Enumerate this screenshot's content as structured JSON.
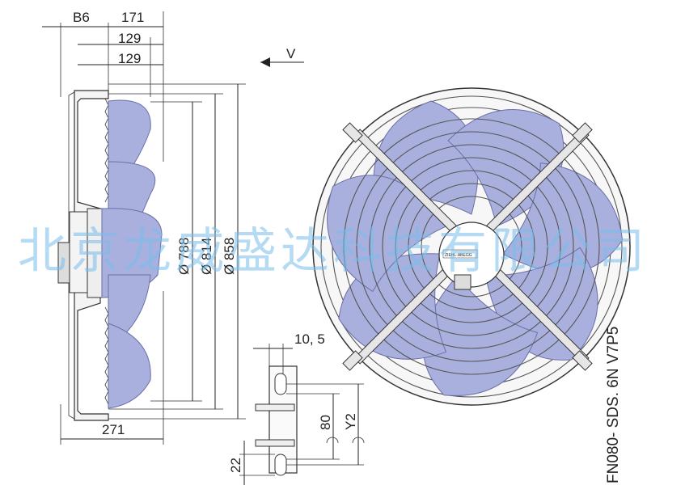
{
  "dimensions": {
    "b6": "B6",
    "d171": "171",
    "d129a": "129",
    "d129b": "129",
    "d271": "271",
    "dia788": "Ø 788",
    "dia814": "Ø 814",
    "dia858": "Ø 858",
    "d10_5": "10, 5",
    "d80": "80",
    "y2": "Y2",
    "d22": "22"
  },
  "view_label": "V",
  "nameplate": "ZIEHL-ABEGG",
  "model": "FN080- SDS. 6N V7P5",
  "watermark": "北京龙威盛达科技有限公司",
  "colors": {
    "blade": "#aab0dd",
    "watermark": "#78beeb"
  }
}
